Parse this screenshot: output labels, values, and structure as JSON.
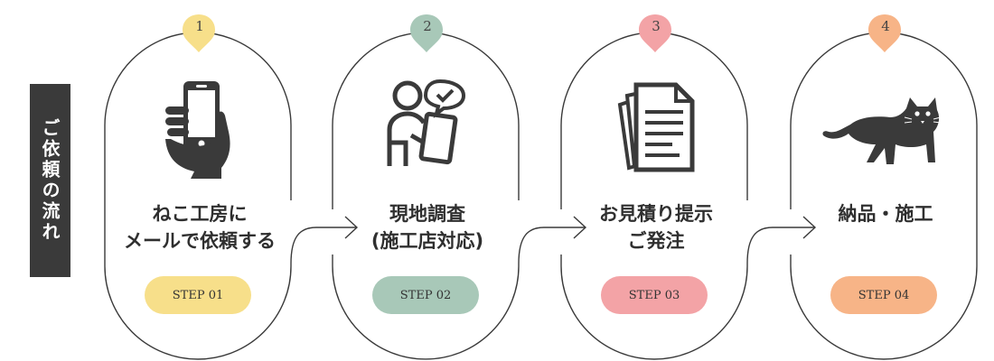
{
  "side_label": "ご依頼の流れ",
  "steps": [
    {
      "number": "1",
      "title_line1": "ねこ工房に",
      "title_line2": "メールで依頼する",
      "badge": "STEP 01",
      "color": "#f7df8a",
      "icon": "smartphone-hand-icon"
    },
    {
      "number": "2",
      "title_line1": "現地調査",
      "title_line2": "(施工店対応)",
      "badge": "STEP 02",
      "color": "#a8c8b8",
      "icon": "person-clipboard-icon"
    },
    {
      "number": "3",
      "title_line1": "お見積り提示",
      "title_line2": "ご発注",
      "badge": "STEP 03",
      "color": "#f3a3a6",
      "icon": "documents-icon"
    },
    {
      "number": "4",
      "title_line1": "納品・施工",
      "title_line2": "",
      "badge": "STEP 04",
      "color": "#f7b487",
      "icon": "cat-icon"
    }
  ],
  "outline_color": "#3a3a3a",
  "icon_color": "#3a3a3a"
}
